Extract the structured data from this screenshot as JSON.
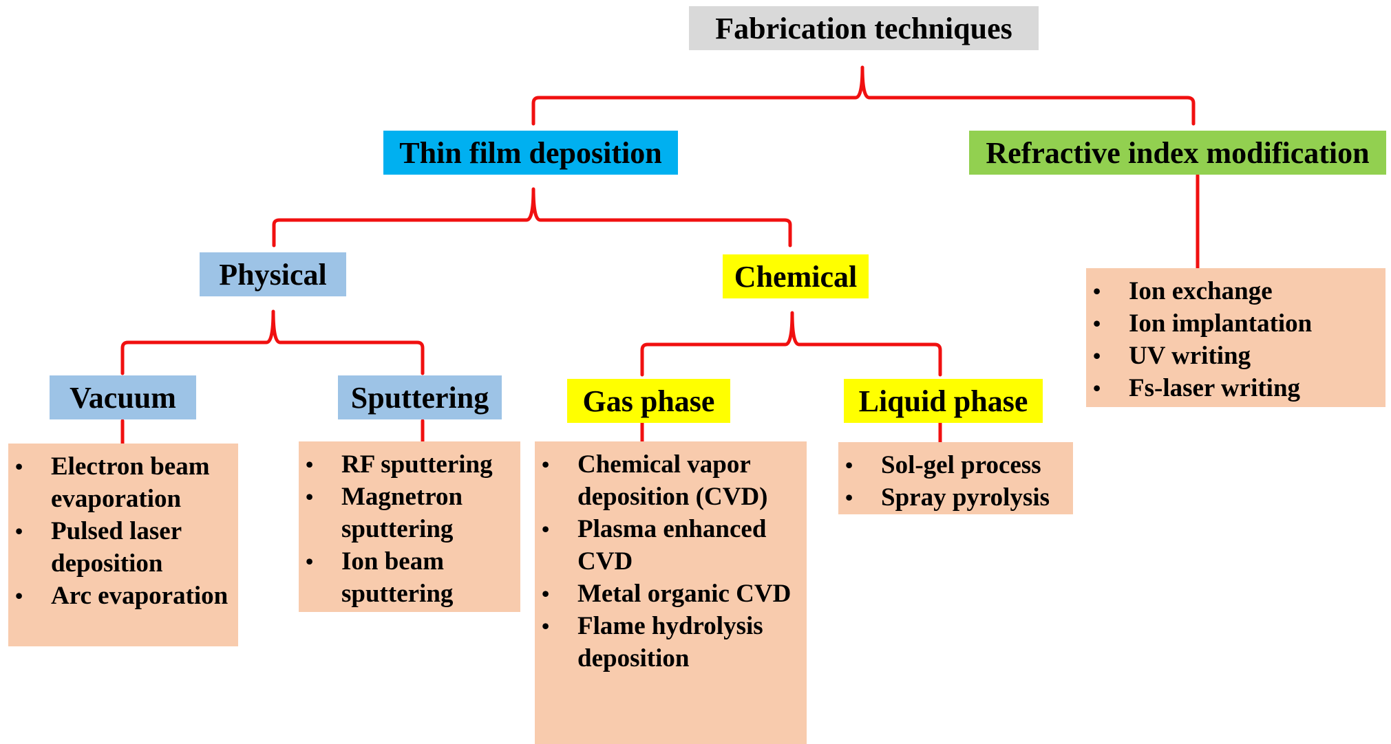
{
  "colors": {
    "connector": "#f01010",
    "root_fill": "#d9d9d9",
    "thin_film_fill": "#00b0f0",
    "refractive_fill": "#92d050",
    "physical_fill": "#9dc3e6",
    "chemical_fill": "#ffff00",
    "list_fill": "#f8cbad"
  },
  "root": {
    "label": "Fabrication techniques"
  },
  "thin_film": {
    "label": "Thin film deposition"
  },
  "refractive": {
    "label": "Refractive index modification",
    "items": [
      "Ion exchange",
      "Ion implantation",
      "UV writing",
      "Fs-laser writing"
    ]
  },
  "physical": {
    "label": "Physical"
  },
  "chemical": {
    "label": "Chemical"
  },
  "vacuum": {
    "label": "Vacuum",
    "items": [
      "Electron beam evaporation",
      "Pulsed laser deposition",
      "Arc evaporation"
    ]
  },
  "sputtering": {
    "label": "Sputtering",
    "items": [
      "RF sputtering",
      "Magnetron sputtering",
      "Ion beam sputtering"
    ]
  },
  "gas_phase": {
    "label": "Gas phase",
    "items": [
      "Chemical vapor deposition (CVD)",
      "Plasma enhanced CVD",
      "Metal organic CVD",
      "Flame hydrolysis deposition"
    ]
  },
  "liquid_phase": {
    "label": "Liquid phase",
    "items": [
      "Sol-gel process",
      "Spray pyrolysis"
    ]
  }
}
